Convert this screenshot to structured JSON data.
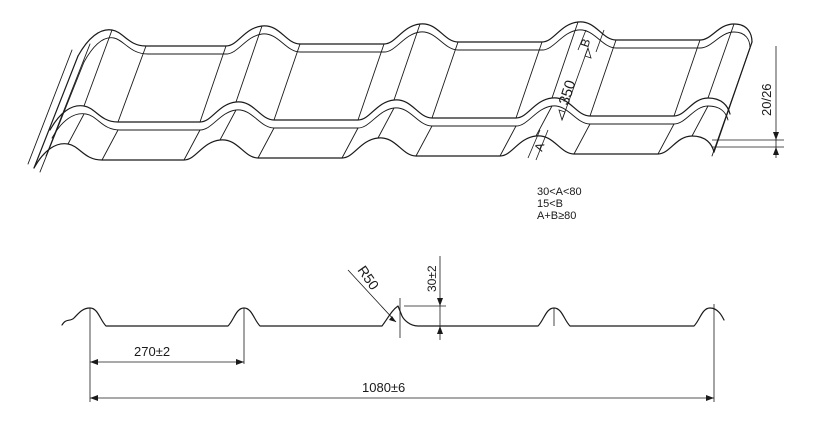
{
  "drawing": {
    "iso_labels": {
      "a": "A",
      "b": "B",
      "length": "350",
      "height": "20/26"
    },
    "notes": [
      "30<A<80",
      "15<B",
      "A+B≥80"
    ],
    "profile_labels": {
      "radius": "R50",
      "wave_height": "30±2",
      "pitch": "270±2",
      "width": "1080±6"
    }
  }
}
